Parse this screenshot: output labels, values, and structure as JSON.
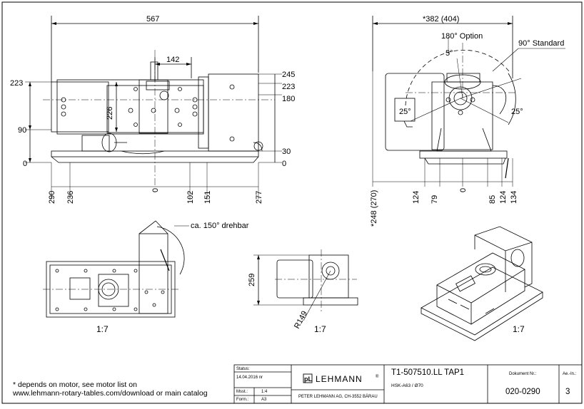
{
  "front_view": {
    "overall_width": "567",
    "inner_width": "142",
    "left_heights": [
      "223",
      "90",
      "0"
    ],
    "center_height": "226",
    "right_heights": [
      "245",
      "223",
      "180",
      "30",
      "0"
    ],
    "bottom_positions": [
      "290",
      "236",
      "0",
      "102",
      "151",
      "277"
    ]
  },
  "side_view": {
    "overall_width": "*382 (404)",
    "option_label": "180° Option",
    "standard_label": "90° Standard",
    "angle_small": "5°",
    "angle_left": "25°",
    "angle_right": "25°",
    "vertical_label": "*248 (270)",
    "bottom_positions": [
      "124",
      "79",
      "0",
      "85",
      "124",
      "134"
    ]
  },
  "top_view": {
    "rotation_label": "ca. 150° drehbar",
    "scale": "1:7"
  },
  "rear_view": {
    "height": "259",
    "radius": "R149",
    "scale": "1:7"
  },
  "iso_view": {
    "scale": "1:7"
  },
  "footnote": {
    "line1": "* depends on motor, see motor list on",
    "line2": "www.lehmann-rotary-tables.com/download or main catalog"
  },
  "title_block": {
    "status_label": "Status:",
    "date": "14.04.2016 nr",
    "scale_label": "Msst.:",
    "scale_value": "1:4",
    "format_label": "Form.:",
    "format_value": "A3",
    "logo_mark": "pL",
    "company": "LEHMANN",
    "company_reg": "®",
    "address": "PETER LEHMANN AG, CH-3552 BÄRAU",
    "product": "T1-507510.LL TAP1",
    "spindle": "HSK-A63 / Ø70",
    "doc_label": "Dokument Nr.:",
    "doc_number": "020-0290",
    "rev_label": "Ae.-In.:",
    "rev_value": "3"
  }
}
